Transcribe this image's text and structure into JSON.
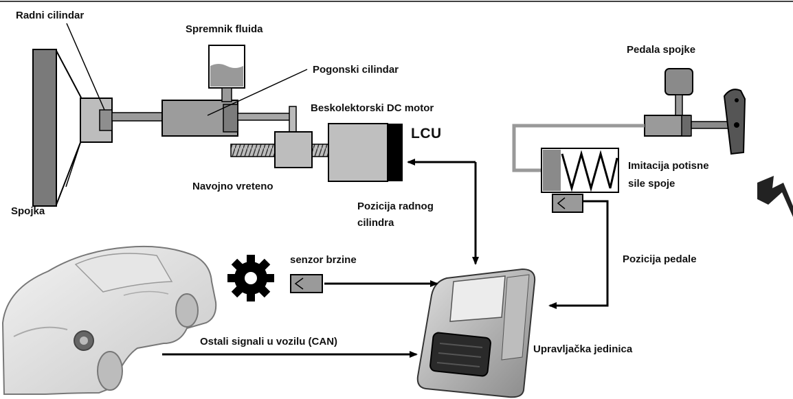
{
  "labels": {
    "radni_cilindar": "Radni cilindar",
    "spremnik_fluida": "Spremnik fluida",
    "pogonski_cilindar": "Pogonski cilindar",
    "beskolektorski_motor": "Beskolektorski DC motor",
    "lcu": "LCU",
    "navojno_vreteno": "Navojno vreteno",
    "spojka": "Spojka",
    "pozicija_radnog_1": "Pozicija radnog",
    "pozicija_radnog_2": "cilindra",
    "senzor_brzine": "senzor brzine",
    "ostali_signali": "Ostali signali u vozilu (CAN)",
    "upravljacka_jedinica": "Upravljačka jedinica",
    "pedala_spojke": "Pedala spojke",
    "imitacija_1": "Imitacija potisne",
    "imitacija_2": "sile spoje",
    "pozicija_pedale": "Pozicija pedale"
  },
  "icons": {
    "gear": "gear-icon",
    "sensor": "sensor-icon",
    "car": "car-icon",
    "ecu": "ecu-icon",
    "spring": "spring-icon"
  },
  "colors": {
    "line": "#000000",
    "component_fill": "#9a9a9a",
    "light_fill": "#bdbdbd",
    "dark_fill": "#555555"
  }
}
